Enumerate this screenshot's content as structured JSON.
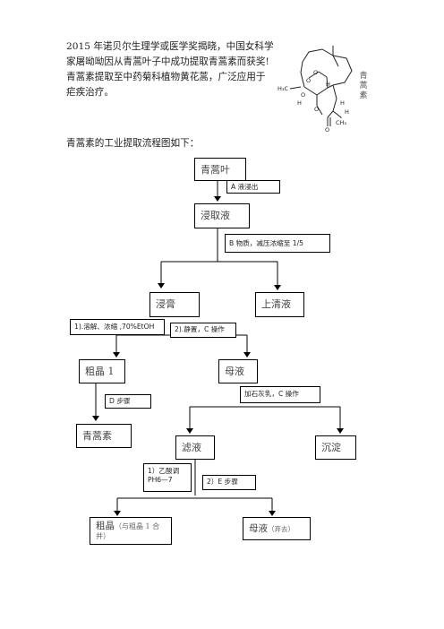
{
  "intro_text": "2015 年诺贝尔生理学或医学奖揭晓，中国女科学家屠呦呦因从青蒿叶子中成功提取青蒿素而获奖!青蒿素提取至中药菊科植物黄花蒿，广泛应用于疟疾治疗。",
  "structure_label": "青蒿素",
  "structure_atoms": {
    "h3c": "H₃C",
    "h_top": "H",
    "h_mid": "H",
    "h_left": "H",
    "h_right": "H",
    "ch3": "CH₃",
    "o1": "O",
    "o2": "O",
    "o3": "O",
    "o4": "O",
    "o5": "O"
  },
  "flow_intro": "青蒿素的工业提取流程图如下：",
  "flow": {
    "leaf": "青蒿叶",
    "step_a": "A 液浸出",
    "extract": "浸取液",
    "step_b": "B 物质，减压浓缩至 1/5",
    "paste": "浸膏",
    "supernatant": "上清液",
    "step1": "1).溶解、浓缩 ,70%EtOH",
    "step2": "2).静置，C 操作",
    "crude1": "粗晶 1",
    "mother": "母液",
    "step_lime": "加石灰乳，C 操作",
    "step_d": "D 步骤",
    "product": "青蒿素",
    "filtrate": "滤液",
    "precipitate": "沉淀",
    "step_acid": "1）乙酸调 PH6—7",
    "step_e": "2）E 步骤",
    "crude2_main": "粗晶",
    "crude2_note": "（与粗晶 1 合并）",
    "mother2_main": "母液",
    "mother2_note": "（弃去）"
  }
}
